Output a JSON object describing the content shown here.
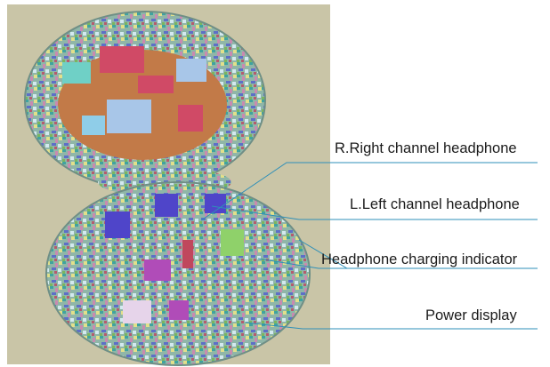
{
  "colors": {
    "background": "#c9c5a7",
    "leader_line": "#2e8fb8",
    "text": "#1b1b1b"
  },
  "callouts": [
    {
      "key": "right",
      "text": "R.Right channel headphone"
    },
    {
      "key": "left",
      "text": "L.Left channel headphone"
    },
    {
      "key": "indicator",
      "text": "Headphone charging indicator"
    },
    {
      "key": "power",
      "text": "Power display"
    }
  ]
}
